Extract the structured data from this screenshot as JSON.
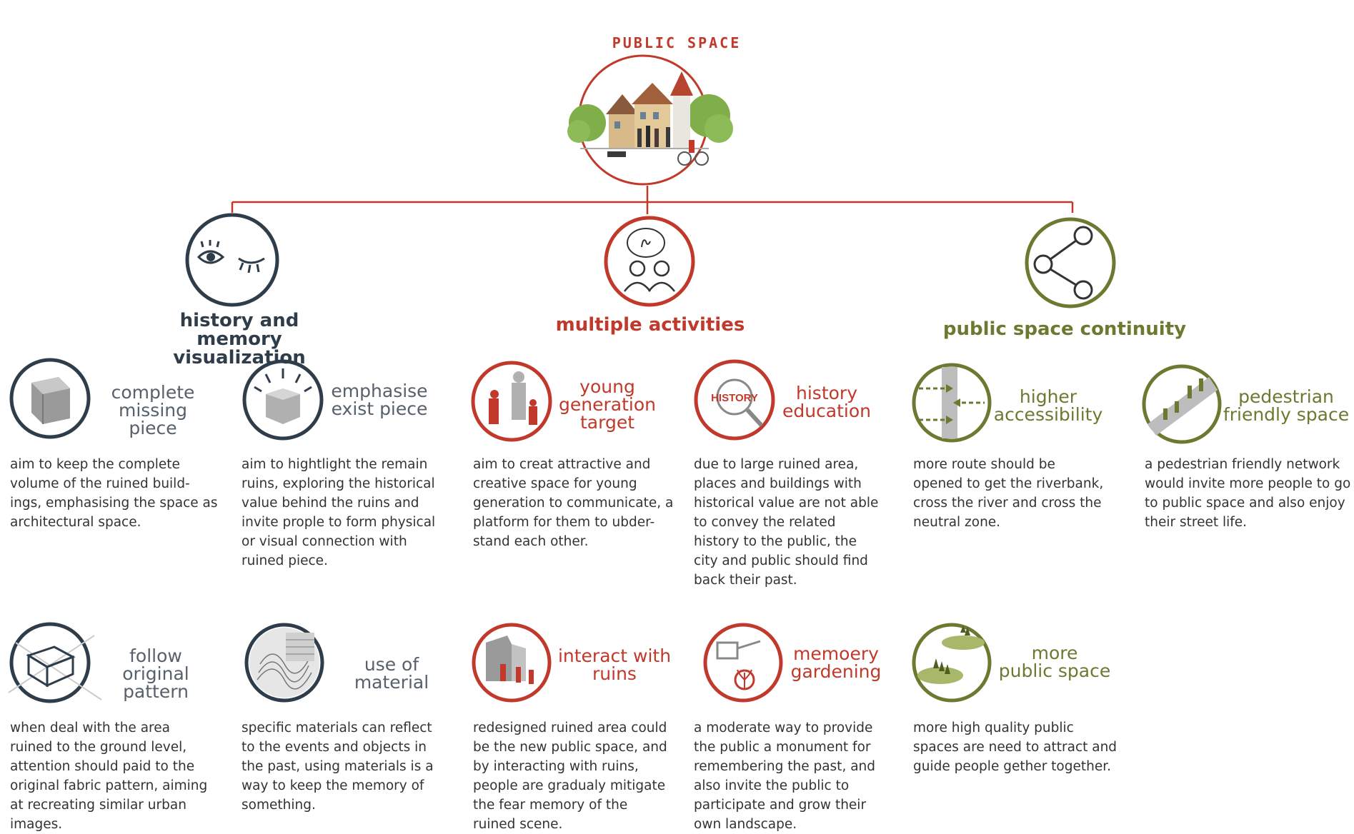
{
  "top": {
    "title": "PUBLIC SPACE"
  },
  "colors": {
    "dark": "#2f3d4b",
    "red": "#c0392b",
    "green": "#6b7a30"
  },
  "categories": [
    {
      "title": "history and memory\nvisualization",
      "icon": "eye-wink-icon"
    },
    {
      "title": "multiple activities",
      "icon": "people-chat-icon"
    },
    {
      "title": "public space continuity",
      "icon": "share-network-icon"
    }
  ],
  "items": [
    {
      "label": "complete\nmissing piece",
      "desc": "aim to keep the complete\nvolume of the ruined build-\nings, emphasising the space as\narchitectural space.",
      "icon": "cube-icon"
    },
    {
      "label": "emphasise\nexist piece",
      "desc": "aim to hightlight the remain\nruins, exploring the historical\nvalue behind the ruins and\ninvite prople to form physical\nor visual connection with\nruined piece.",
      "icon": "highlight-cube-icon"
    },
    {
      "label": "young\ngeneration\ntarget",
      "desc": "aim to creat attractive and\ncreative space for young\ngeneration to communicate, a\nplatform for them to ubder-\nstand each other.",
      "icon": "family-icon"
    },
    {
      "label": "history\neducation",
      "desc": "due to large ruined area,\nplaces and buildings with\nhistorical value are not able\nto convey the related\nhistory to the public, the\ncity and public  should find\nback their past.",
      "icon": "magnifier-icon",
      "badge": "HISTORY"
    },
    {
      "label": "higher\naccessibility",
      "desc": "more route should be\nopened to get the riverbank,\ncross the river and cross the\nneutral zone.",
      "icon": "routes-icon"
    },
    {
      "label": "pedestrian\nfriendly space",
      "desc": "a pedestrian friendly network\nwould invite more people to go\nto public space and also enjoy\ntheir street life.",
      "icon": "pedestrian-icon"
    },
    {
      "label": "follow original\npattern",
      "desc": "when deal with the area\nruined to the ground level,\nattention should paid to the\noriginal fabric pattern, aiming\nat recreating similar urban\nimages.",
      "icon": "pattern-box-icon"
    },
    {
      "label": "use of material",
      "desc": "specific materials can reflect\nto the events and objects in\nthe past, using materials is a\nway to keep the memory of\nsomething.",
      "icon": "texture-icon"
    },
    {
      "label": "interact with\nruins",
      "desc": "redesigned ruined area could\nbe the new public space, and\nby interacting with ruins,\npeople are gradualy mitigate\nthe fear memory of the\nruined scene.",
      "icon": "ruins-people-icon"
    },
    {
      "label": "memoery\ngardening",
      "desc": "a moderate way to provide\nthe public a monument for\nremembering the past, and\nalso invite the public to\nparticipate and grow their\nown landscape.",
      "icon": "watering-can-icon"
    },
    {
      "label": "more\npublic space",
      "desc": "more high quality public\nspaces are need to attract and\nguide people gether together.",
      "icon": "trees-icon"
    }
  ]
}
